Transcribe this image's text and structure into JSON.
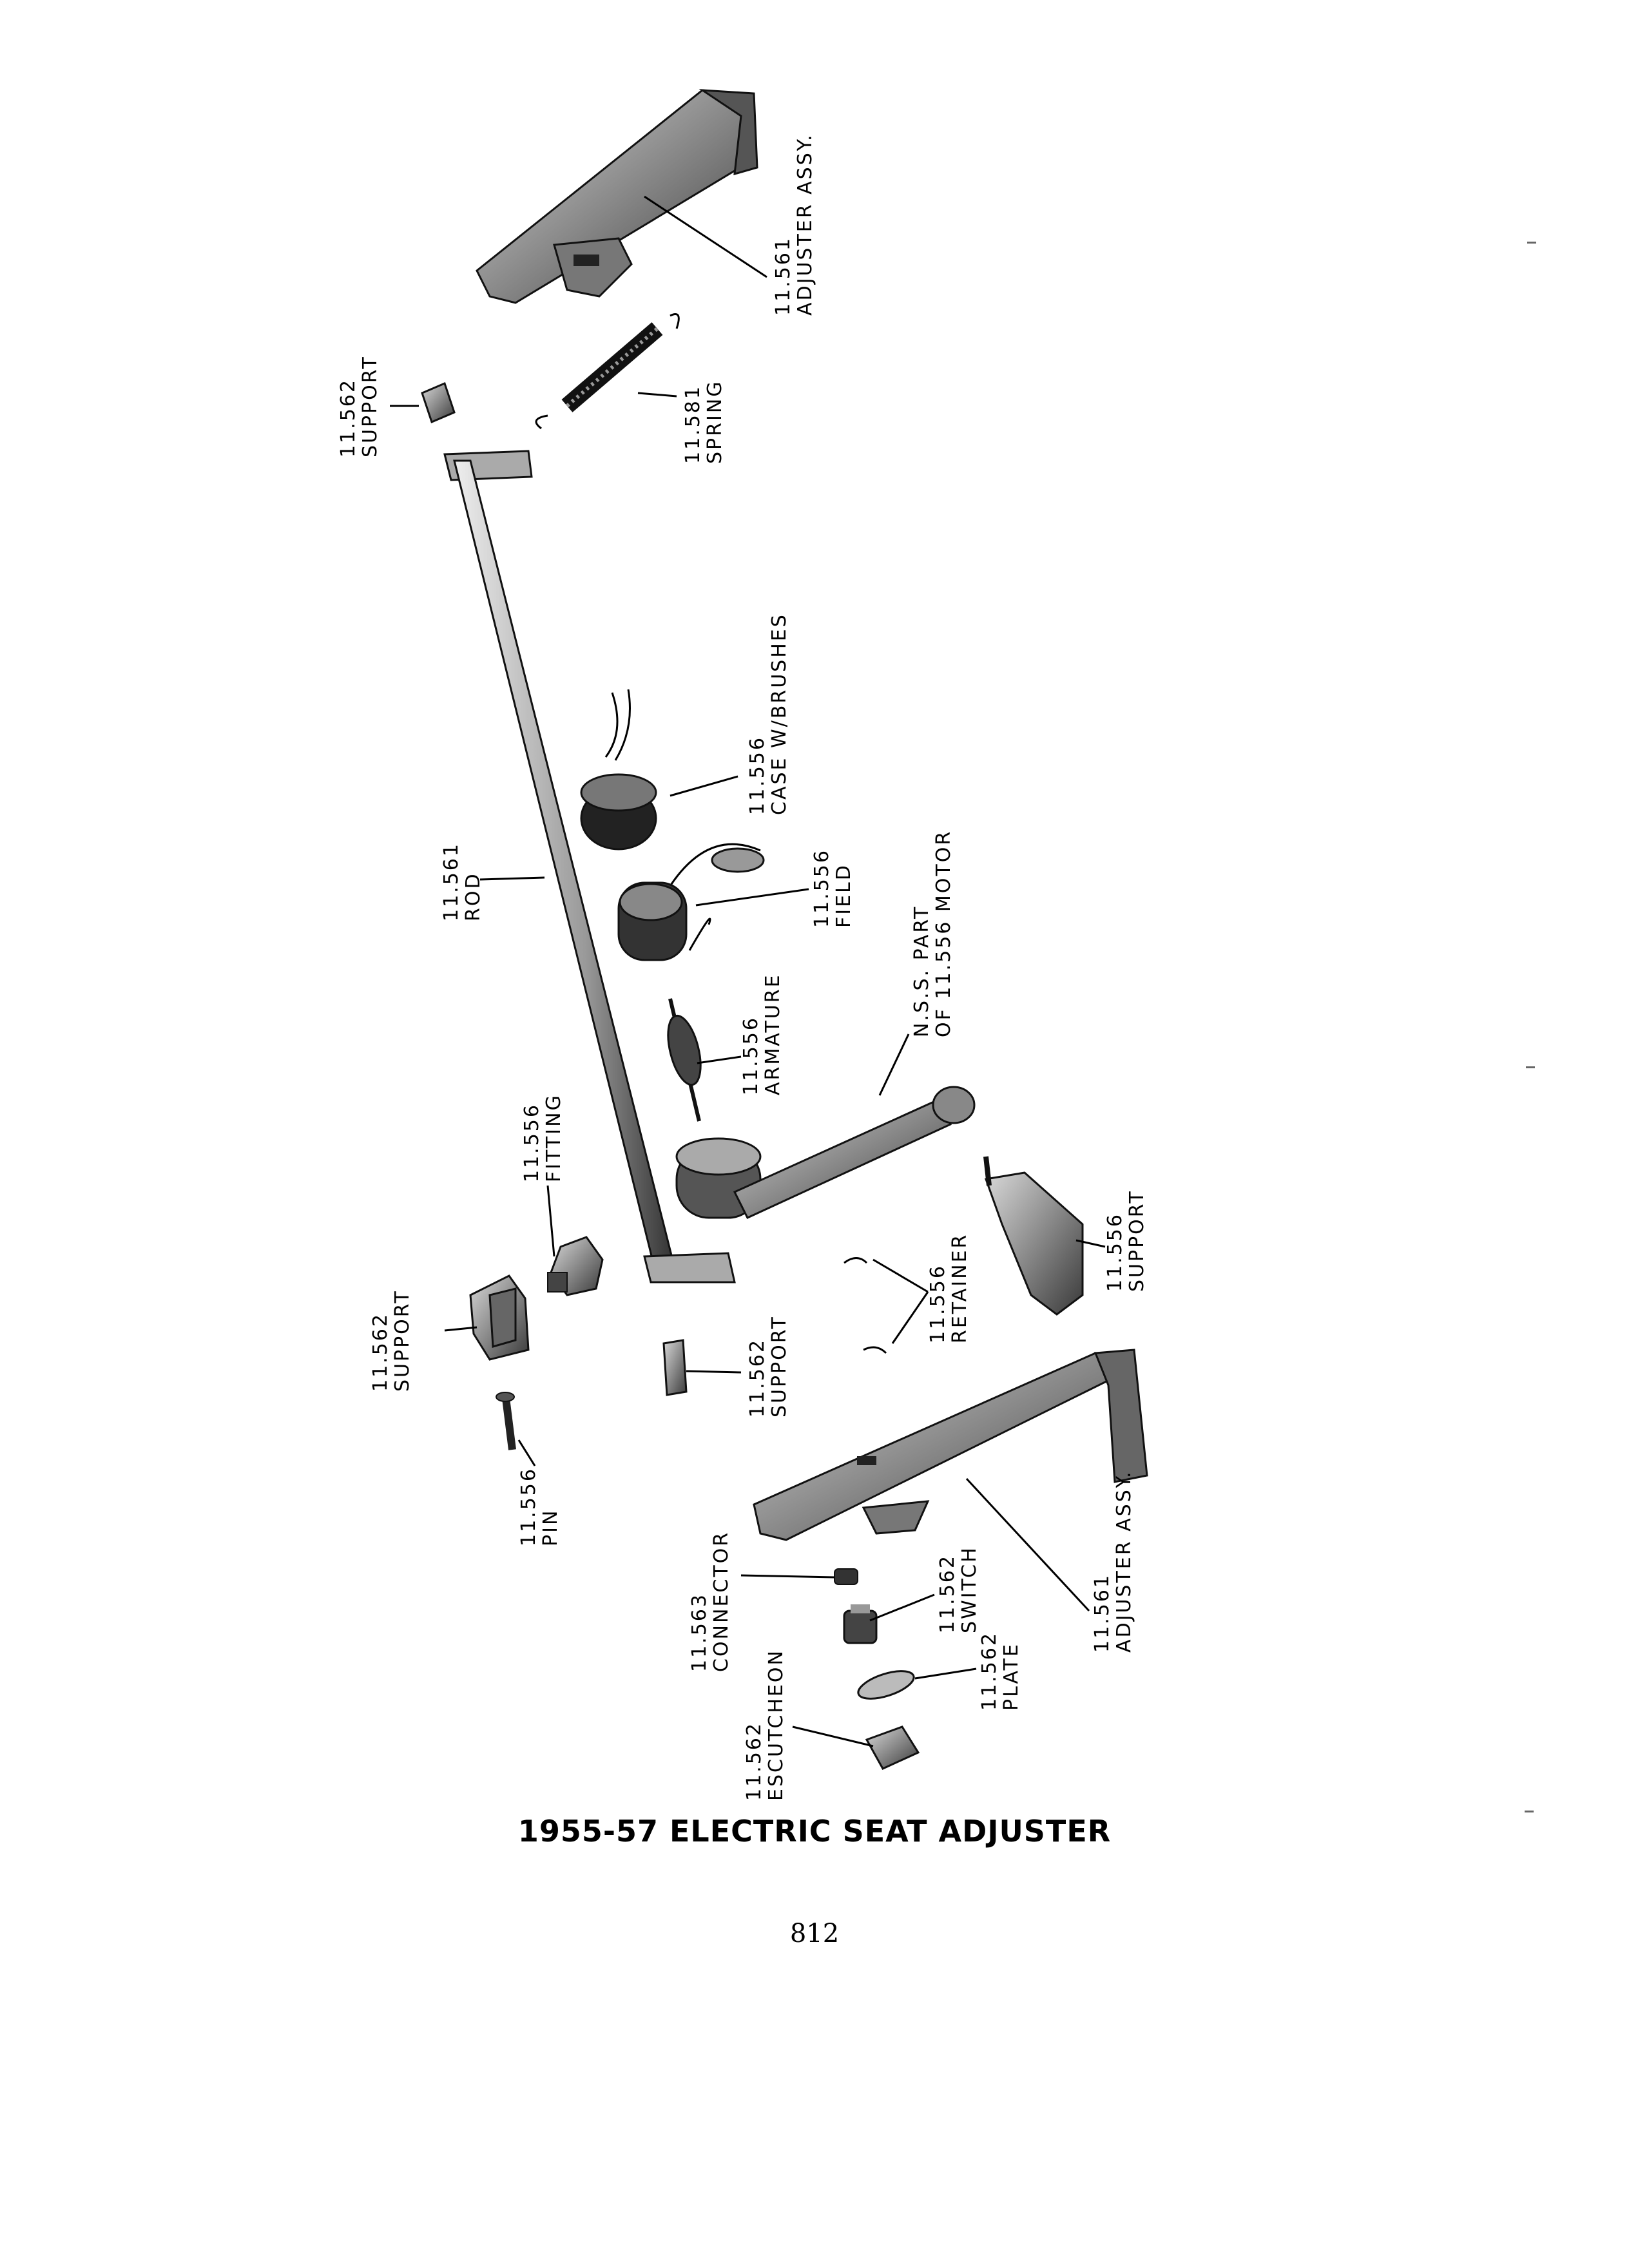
{
  "title": "1955-57 ELECTRIC SEAT ADJUSTER",
  "page_number": "812",
  "callouts": [
    {
      "id": "adjuster-top",
      "number": "11.561",
      "name": "ADJUSTER ASSY."
    },
    {
      "id": "support-top",
      "number": "11.562",
      "name": "SUPPORT"
    },
    {
      "id": "spring",
      "number": "11.581",
      "name": "SPRING"
    },
    {
      "id": "case",
      "number": "11.556",
      "name": "CASE W/BRUSHES"
    },
    {
      "id": "rod",
      "number": "11.561",
      "name": "ROD"
    },
    {
      "id": "field",
      "number": "11.556",
      "name": "FIELD"
    },
    {
      "id": "nss",
      "number": "N.S.S. PART",
      "name": "OF 11.556 MOTOR"
    },
    {
      "id": "armature",
      "number": "11.556",
      "name": "ARMATURE"
    },
    {
      "id": "fitting",
      "number": "11.556",
      "name": "FITTING"
    },
    {
      "id": "support-right",
      "number": "11.556",
      "name": "SUPPORT"
    },
    {
      "id": "retainer",
      "number": "11.556",
      "name": "RETAINER"
    },
    {
      "id": "support-left",
      "number": "11.562",
      "name": "SUPPORT"
    },
    {
      "id": "support-mid",
      "number": "11.562",
      "name": "SUPPORT"
    },
    {
      "id": "pin",
      "number": "11.556",
      "name": "PIN"
    },
    {
      "id": "adjuster-bottom",
      "number": "11.561",
      "name": "ADJUSTER ASSY."
    },
    {
      "id": "connector",
      "number": "11.563",
      "name": "CONNECTOR"
    },
    {
      "id": "switch",
      "number": "11.562",
      "name": "SWITCH"
    },
    {
      "id": "plate",
      "number": "11.562",
      "name": "PLATE"
    },
    {
      "id": "escutcheon",
      "number": "11.562",
      "name": "ESCUTCHEON"
    }
  ]
}
